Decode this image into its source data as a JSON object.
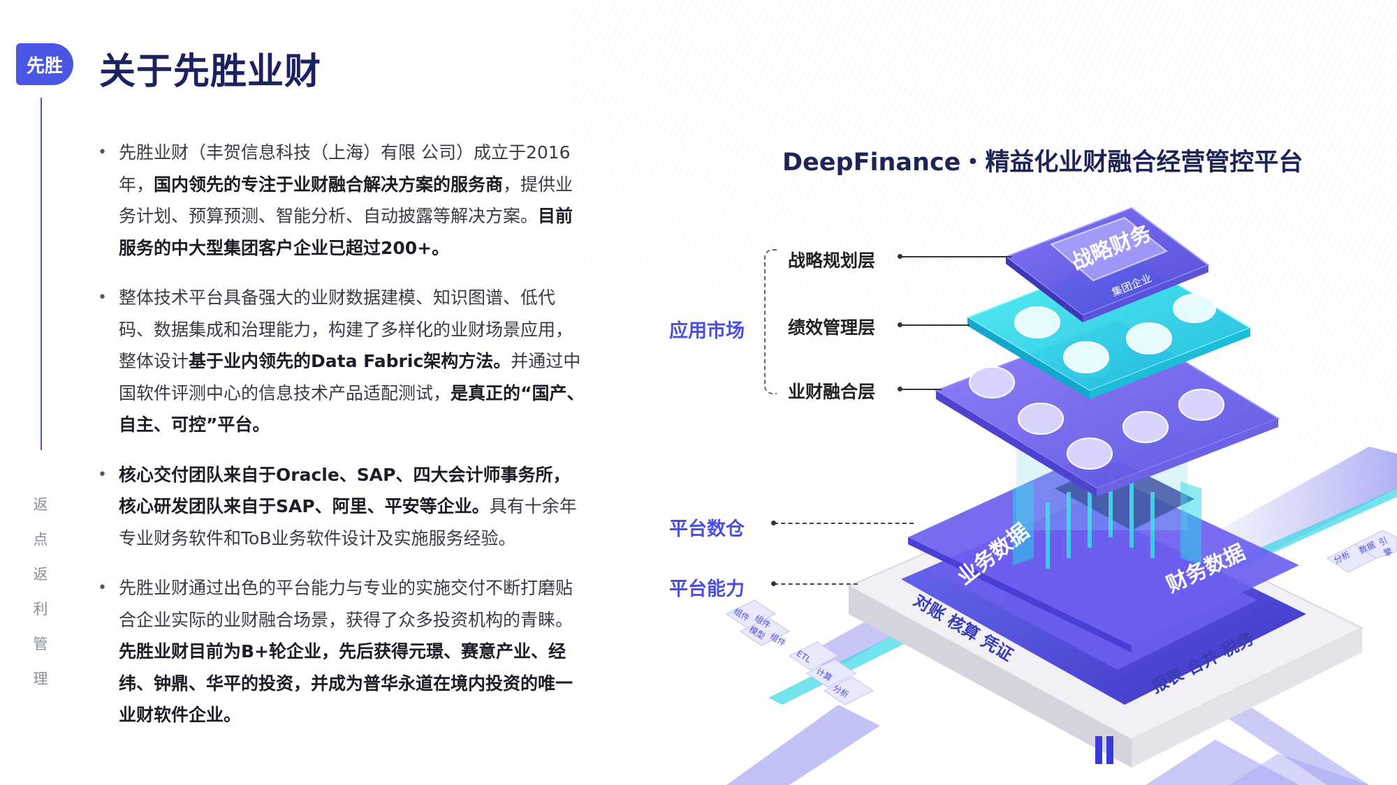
{
  "header": {
    "logo_text": "先胜",
    "title": "关于先胜业财"
  },
  "side_nav": [
    "返",
    "点",
    "返",
    "利",
    "管",
    "理"
  ],
  "bullets": [
    {
      "segments": [
        {
          "text": "先胜业财（丰贺信息科技（上海）有限 公司）成立于2016年，",
          "bold": false
        },
        {
          "text": "国内领先的专注于业财融合解决方案的服务商",
          "bold": true
        },
        {
          "text": "，提供业务计划、预算预测、智能分析、自动披露等解决方案。",
          "bold": false
        },
        {
          "text": "目前服务的中大型集团客户企业已超过200+。",
          "bold": true
        }
      ]
    },
    {
      "segments": [
        {
          "text": "整体技术平台具备强大的业财数据建模、知识图谱、低代码、数据集成和治理能力，构建了多样化的业财场景应用，整体设计",
          "bold": false
        },
        {
          "text": "基于业内领先的Data Fabric架构方法。",
          "bold": true
        },
        {
          "text": "并通过中国软件评测中心的信息技术产品适配测试，",
          "bold": false
        },
        {
          "text": "是真正的“国产、自主、可控”平台。",
          "bold": true
        }
      ]
    },
    {
      "segments": [
        {
          "text": "核心交付团队来自于Oracle、SAP、四大会计师事务所，核心研发团队来自于SAP、阿里、平安等企业。",
          "bold": true
        },
        {
          "text": "具有十余年专业财务软件和ToB业务软件设计及实施服务经验。",
          "bold": false
        }
      ]
    },
    {
      "segments": [
        {
          "text": "先胜业财通过出色的平台能力与专业的实施交付不断打磨贴合企业实际的业财融合场景，获得了众多投资机构的青睐。",
          "bold": false
        },
        {
          "text": "先胜业财目前为B+轮企业，先后获得元璟、赛意产业、经纬、钟鼎、华平的投资，并成为普华永道在境内投资的唯一业财软件企业。",
          "bold": true
        }
      ]
    }
  ],
  "diagram": {
    "title": "DeepFinance・精益化业财融合经营管控平台",
    "group_labels": {
      "app_market": "应用市场",
      "data_warehouse": "平台数仓",
      "capability": "平台能力"
    },
    "layers": {
      "strategy": "战略规划层",
      "performance": "绩效管理层",
      "integration": "业财融合层"
    },
    "top_block": "战略财务",
    "top_block_sub": "集团企业",
    "base_labels": {
      "business_data": "业务数据",
      "finance_data": "财务数据",
      "left_row": "对账 核算 凭证",
      "right_row": "报表 合并 税务"
    },
    "side_tags": [
      "组件",
      "组件",
      "模型",
      "组件",
      "ETL",
      "计算",
      "分析",
      "分析",
      "数据",
      "引擎"
    ],
    "colors": {
      "accent": "#4a57e6",
      "cyan": "#22d7e6",
      "title_navy": "#1c2160"
    }
  }
}
